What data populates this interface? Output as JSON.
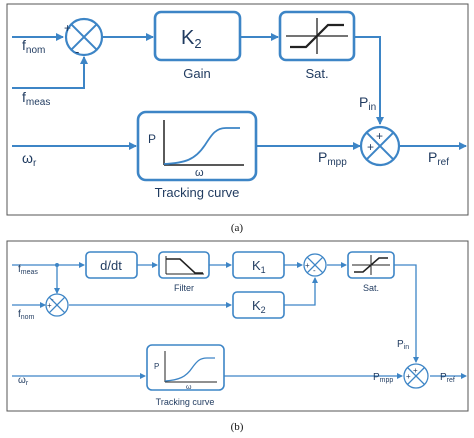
{
  "panel_a": {
    "caption": "(a)",
    "inputs": {
      "f_nom": "f",
      "f_nom_sub": "nom",
      "f_meas": "f",
      "f_meas_sub": "meas",
      "omega_r": "ω",
      "omega_r_sub": "r"
    },
    "sum1_signs": {
      "left": "+",
      "bottom": "-"
    },
    "gain_block": {
      "text": "K",
      "sub": "2",
      "caption": "Gain"
    },
    "sat_block": {
      "caption": "Sat."
    },
    "tracking_block": {
      "y_axis": "P",
      "x_axis": "ω",
      "caption": "Tracking curve"
    },
    "signals": {
      "p_in": "P",
      "p_in_sub": "in",
      "p_mpp": "P",
      "p_mpp_sub": "mpp",
      "p_ref": "P",
      "p_ref_sub": "ref"
    },
    "sum2_signs": {
      "top": "+",
      "left": "+"
    }
  },
  "panel_b": {
    "caption": "(b)",
    "inputs": {
      "f_meas": "f",
      "f_meas_sub": "meas",
      "f_nom": "f",
      "f_nom_sub": "nom",
      "omega_r": "ω",
      "omega_r_sub": "r"
    },
    "ddt_block": {
      "text": "d/dt"
    },
    "filter_block": {
      "caption": "Filter"
    },
    "k1_block": {
      "text": "K",
      "sub": "1"
    },
    "k2_block": {
      "text": "K",
      "sub": "2"
    },
    "sat_block": {
      "caption": "Sat."
    },
    "tracking_block": {
      "y_axis": "P",
      "x_axis": "ω",
      "caption": "Tracking curve"
    },
    "signals": {
      "p_in": "P",
      "p_in_sub": "in",
      "p_mpp": "P",
      "p_mpp_sub": "mpp",
      "p_ref": "P",
      "p_ref_sub": "ref"
    },
    "sum_signs": {
      "plus": "+",
      "minus": "-"
    }
  }
}
